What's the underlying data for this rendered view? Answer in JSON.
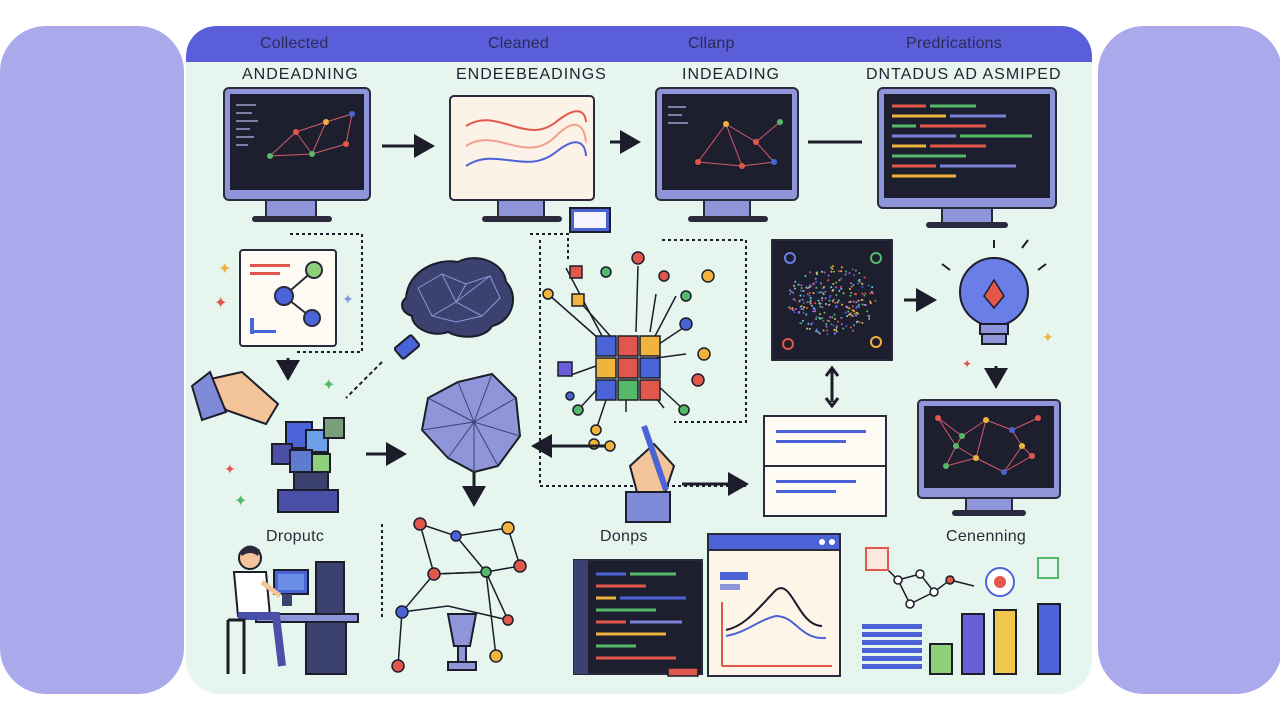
{
  "colors": {
    "side_panel": "#a9a9ec",
    "board": "#e6f6ee",
    "header_bar": "#5a5ed8",
    "screen": "#1d1f2e",
    "accent_red": "#e2574c",
    "accent_green": "#55b96a",
    "accent_blue": "#4a64d8",
    "accent_yellow": "#f0b43c"
  },
  "stages": [
    {
      "title": "Collected",
      "subtitle": "ANDEADNING"
    },
    {
      "title": "Cleaned",
      "subtitle": "ENDEEBEADINGS"
    },
    {
      "title": "Cllanp",
      "subtitle": "INDEADING"
    },
    {
      "title": "Predrications",
      "subtitle": "DNTADUS AD ASMIPED"
    }
  ],
  "bottom_labels": {
    "left": "Droputc",
    "middle": "Donps",
    "right": "Cenenning"
  },
  "icons": [
    "monitor-network-icon",
    "monitor-wave-chart-icon",
    "monitor-code-icon",
    "brain-mesh-icon",
    "head-mesh-icon",
    "lightbulb-icon",
    "person-at-desk-icon",
    "bar-chart-icon",
    "hand-pen-icon",
    "hand-cubes-icon"
  ]
}
